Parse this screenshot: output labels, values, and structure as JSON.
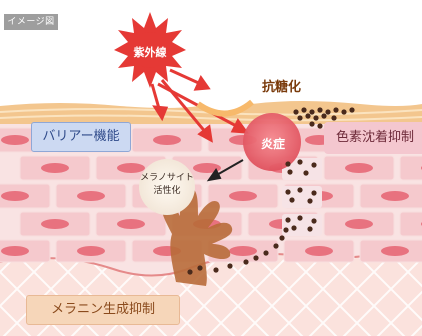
{
  "image_tag": "イメージ図",
  "sun": {
    "label": "紫外線",
    "color": "#e53935"
  },
  "labels": {
    "glycation": "抗糖化",
    "barrier": "バリアー機能",
    "inflammation": "炎症",
    "pigment_suppression": "色素沈着抑制",
    "melanocyte_line1": "メラノサイト",
    "melanocyte_line2": "活性化",
    "melanin_suppression": "メラニン生成抑制"
  },
  "colors": {
    "skin_light": "#fbeaea",
    "skin_cell": "#f5c9cd",
    "nucleus": "#e8727f",
    "horny_layer": "#f3c68e",
    "dermis": "#fbe0dd",
    "melanin_dots": "#4a2a1c",
    "melanocyte": "#b86b3a",
    "arrow": "#e53935"
  }
}
